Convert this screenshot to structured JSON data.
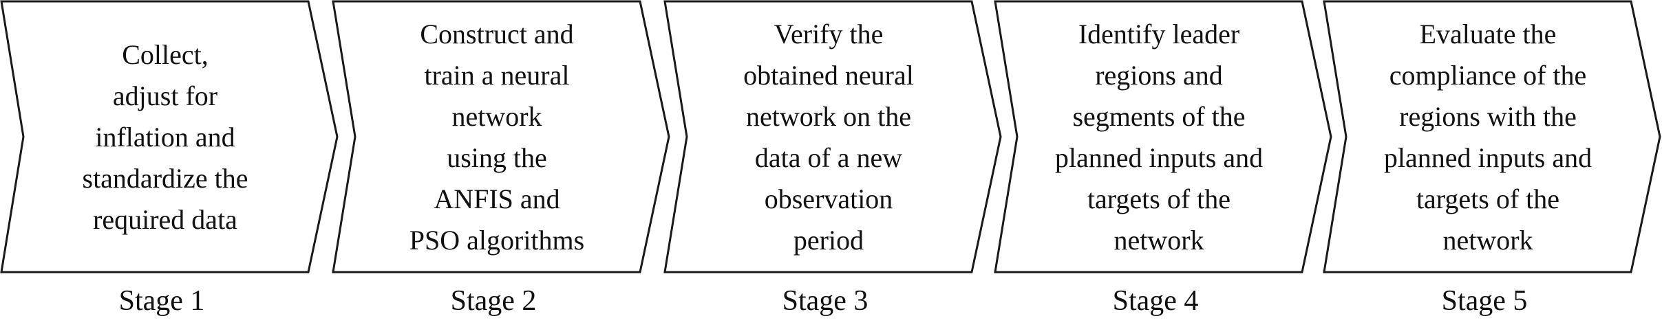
{
  "stages": [
    {
      "label": "Stage 1",
      "description": "Collect,\nadjust for\ninflation and\nstandardize the\nrequired data"
    },
    {
      "label": "Stage 2",
      "description": "Construct and\ntrain a neural\nnetwork\nusing the\nANFIS and\nPSO algorithms"
    },
    {
      "label": "Stage 3",
      "description": "Verify the\nobtained neural\nnetwork on the\ndata of a new\nobservation\nperiod"
    },
    {
      "label": "Stage 4",
      "description": "Identify leader\nregions and\nsegments of the\nplanned inputs and\ntargets of the\nnetwork"
    },
    {
      "label": "Stage 5",
      "description": "Evaluate the\ncompliance of the\nregions with the\nplanned inputs and\ntargets of the\nnetwork"
    }
  ]
}
